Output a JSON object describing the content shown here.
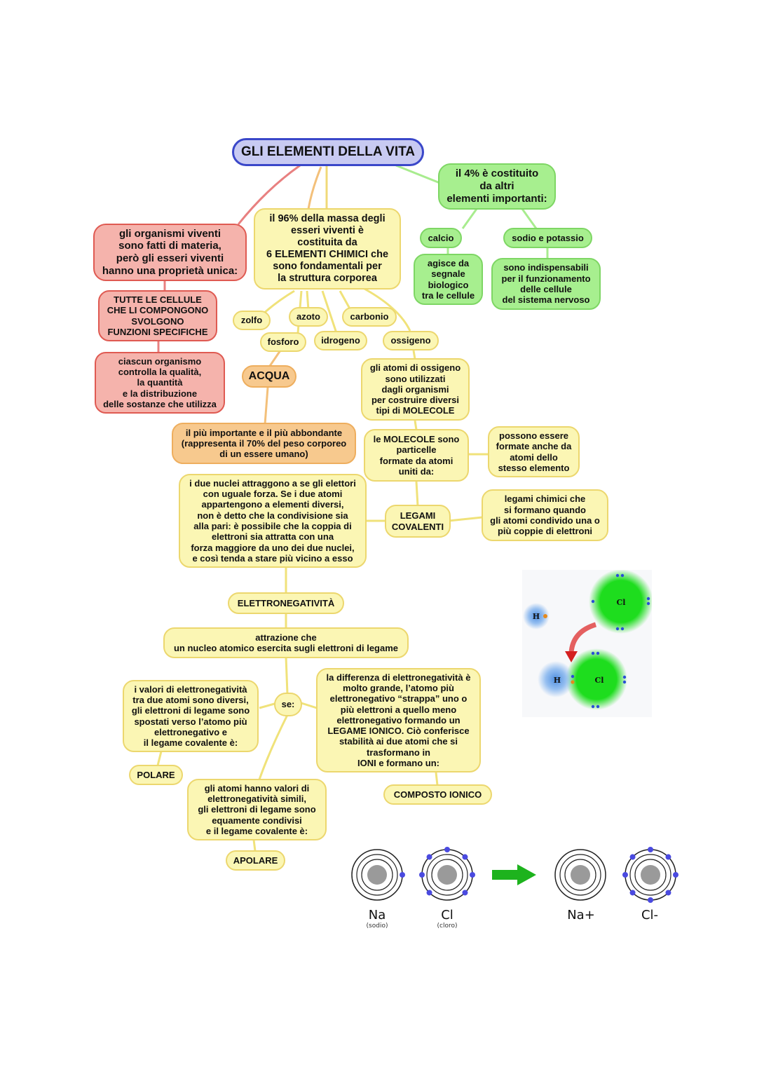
{
  "title": "GLI ELEMENTI DELLA VITA",
  "red": {
    "n1": "gli organismi viventi\nsono fatti di materia,\nperò gli esseri viventi\nhanno una proprietà unica:",
    "n2": "TUTTE LE CELLULE\nCHE LI COMPONGONO\nSVOLGONO\nFUNZIONI SPECIFICHE",
    "n3": "ciascun organismo\ncontrolla la qualità,\nla quantità\ne la distribuzione\ndelle sostanze che utilizza"
  },
  "yellow": {
    "main": "il 96% della massa degli\nesseri viventi è\ncostituita da\n6 ELEMENTI CHIMICI che\nsono fondamentali per\nla struttura corporea",
    "zolfo": "zolfo",
    "azoto": "azoto",
    "carbonio": "carbonio",
    "fosforo": "fosforo",
    "idrogeno": "idrogeno",
    "ossigeno": "ossigeno",
    "ossigeno_desc": "gli atomi di ossigeno\nsono utilizzati\ndagli organismi\nper costruire diversi\ntipi di MOLECOLE",
    "molecole": "le MOLECOLE sono\nparticelle\nformate da atomi\nuniti da:",
    "molecole_side": "possono essere\nformate anche da\natomi dello\nstesso elemento",
    "legami": "LEGAMI\nCOVALENTI",
    "legami_def": "legami chimici che\nsi formano quando\ngli atomi condivido una o\npiù coppie di elettroni",
    "nuclei": "i due nuclei attraggono a se gli elettori\ncon uguale forza. Se i due atomi\nappartengono a elementi diversi,\nnon è detto che la condivisione sia\nalla pari: è possibile che la coppia di\nelettroni sia attratta con una\nforza maggiore da uno dei due nuclei,\ne così tenda a stare più vicino a esso",
    "elettroneg": "ELETTRONEGATIVITÀ",
    "attrazione": "attrazione che\nun nucleo atomico esercita sugli elettroni di legame",
    "se": "se:",
    "valori_diversi": "i valori di elettronegatività\ntra due atomi sono diversi,\ngli elettroni di legame sono\nspostati verso l’atomo più\nelettronegativo e\nil legame covalente è:",
    "polare": "POLARE",
    "simili": "gli atomi hanno valori di\nelettronegatività simili,\ngli elettroni di legame sono\nequamente condivisi\ne il legame covalente è:",
    "apolare": "APOLARE",
    "differenza": "la differenza di elettronegatività è\nmolto grande, l’atomo più\nelettronegativo “strappa” uno o\npiù elettroni a quello meno\nelettronegativo formando un\nLEGAME IONICO. Ciò conferisce\nstabilità ai due atomi che si\ntrasformano in\nIONI e formano un:",
    "composto": "COMPOSTO IONICO"
  },
  "orange": {
    "acqua": "ACQUA",
    "acqua_desc": "il più importante e il più abbondante\n(rappresenta il 70% del peso corporeo\ndi un essere umano)"
  },
  "green": {
    "n1": "il 4% è costituito\nda altri\nelementi importanti:",
    "calcio": "calcio",
    "sodio": "sodio e potassio",
    "calcio_desc": "agisce da\nsegnale\nbiologico\ntra le cellule",
    "sodio_desc": "sono indispensabili\nper il funzionamento\ndelle cellule\ndel sistema nervoso"
  },
  "hcl": {
    "h": "H",
    "cl": "Cl",
    "colors": {
      "h_glow": "#3d7fd9",
      "cl_glow": "#22dd22",
      "arrow": "#d42020"
    }
  },
  "ionic": {
    "na": "Na",
    "na_sub": "(sodio)",
    "cl": "Cl",
    "cl_sub": "(cloro)",
    "na_ion": "Na+",
    "cl_ion": "Cl-",
    "na_electrons": 1,
    "cl_electrons": 7,
    "cl_ion_electrons": 8,
    "colors": {
      "electron": "#4a4ae0",
      "nucleus": "#9a9a9a",
      "arrow": "#1db31d"
    }
  }
}
